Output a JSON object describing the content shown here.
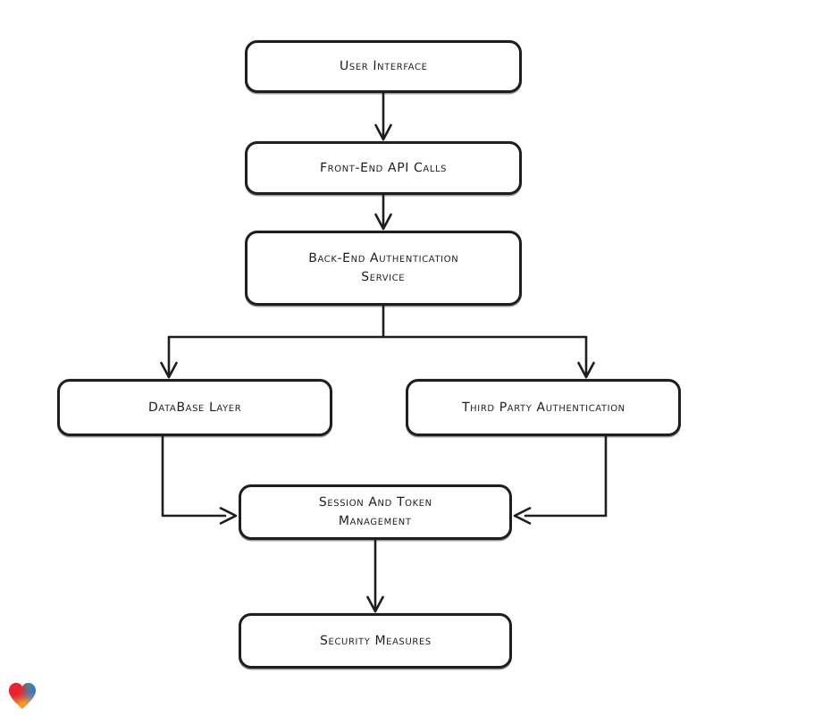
{
  "diagram": {
    "nodes": [
      {
        "id": "user-interface",
        "label": "User Interface"
      },
      {
        "id": "front-end-api-calls",
        "label": "Front-End API Calls"
      },
      {
        "id": "back-end-authentication-service",
        "label": "Back-End Authentication Service"
      },
      {
        "id": "database-layer",
        "label": "DataBase Layer"
      },
      {
        "id": "third-party-authentication",
        "label": "Third Party Authentication"
      },
      {
        "id": "session-and-token-management",
        "label": "Session And Token Management"
      },
      {
        "id": "security-measures",
        "label": "Security Measures"
      }
    ],
    "edges": [
      {
        "from": "user-interface",
        "to": "front-end-api-calls"
      },
      {
        "from": "front-end-api-calls",
        "to": "back-end-authentication-service"
      },
      {
        "from": "back-end-authentication-service",
        "to": "database-layer"
      },
      {
        "from": "back-end-authentication-service",
        "to": "third-party-authentication"
      },
      {
        "from": "database-layer",
        "to": "session-and-token-management"
      },
      {
        "from": "third-party-authentication",
        "to": "session-and-token-management"
      },
      {
        "from": "session-and-token-management",
        "to": "security-measures"
      }
    ],
    "style": {
      "stroke_color": "#1e1e1e",
      "node_fill": "#ffffff",
      "background": "#ffffff"
    }
  },
  "watermark": {
    "icon": "heart-icon",
    "colors": {
      "red": "#e8232e",
      "teal": "#17a398",
      "blue": "#2f6fdd",
      "orange": "#f6991c"
    }
  }
}
